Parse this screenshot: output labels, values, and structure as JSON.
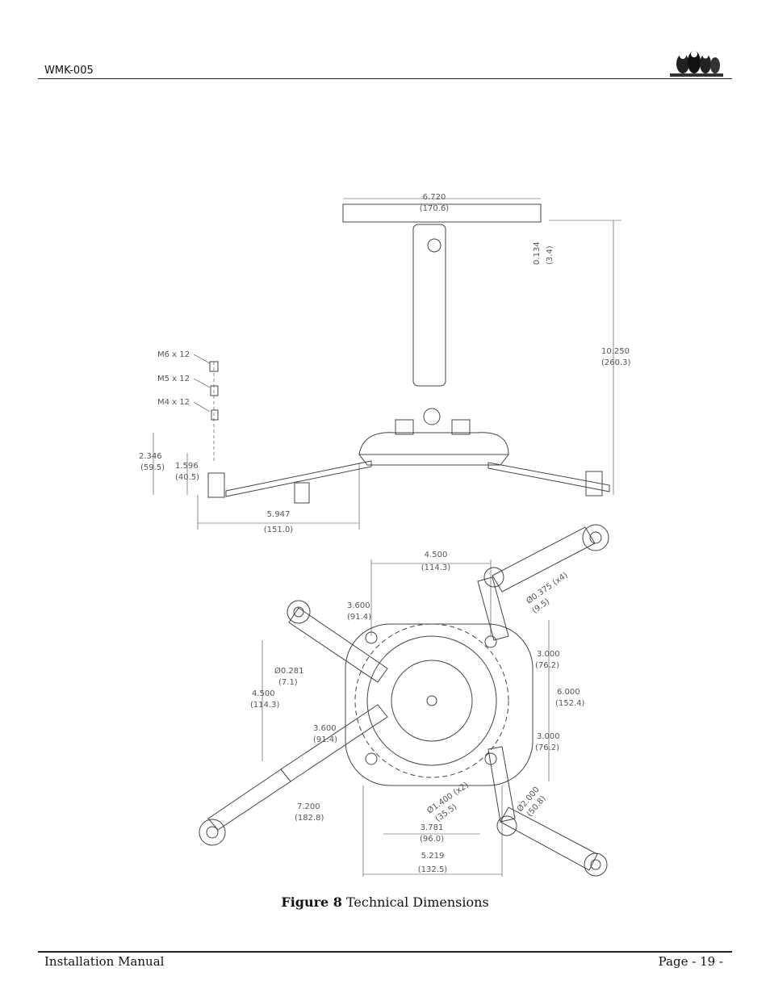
{
  "header": {
    "doc_code": "WMK-005"
  },
  "figure": {
    "caption_label": "Figure 8",
    "caption_text": "Technical Dimensions",
    "side_view": {
      "width_in": "6.720",
      "width_mm": "(170.6)",
      "plate_in": "0.134",
      "plate_mm": "(3.4)",
      "height_in": "10.250",
      "height_mm": "(260.3)",
      "screw_1": "M6 x 12",
      "screw_2": "M5 x 12",
      "screw_3": "M4 x 12",
      "drop_in": "2.346",
      "drop_mm": "(59.5)",
      "drop2_in": "1.596",
      "drop2_mm": "(40.5)",
      "reach_in": "5.947",
      "reach_mm": "(151.0)"
    },
    "plan_view": {
      "top_in": "4.500",
      "top_mm": "(114.3)",
      "hole_in": "Ø0.375 (x4)",
      "hole_mm": "(9.5)",
      "arm1_in": "3.600",
      "arm1_mm": "(91.4)",
      "slot_in": "Ø0.281",
      "slot_mm": "(7.1)",
      "left_in": "4.500",
      "left_mm": "(114.3)",
      "arm2_in": "3.600",
      "arm2_mm": "(91.4)",
      "r1_in": "3.000",
      "r1_mm": "(76.2)",
      "total_in": "6.000",
      "total_mm": "(152.4)",
      "r2_in": "3.000",
      "r2_mm": "(76.2)",
      "long_in": "7.200",
      "long_mm": "(182.8)",
      "circle_in": "Ø1.400 (x2)",
      "circle_mm": "(35.5)",
      "circle2_in": "Ø2.000",
      "circle2_mm": "(50.8)",
      "b1_in": "3.781",
      "b1_mm": "(96.0)",
      "b2_in": "5.219",
      "b2_mm": "(132.5)"
    }
  },
  "footer": {
    "left": "Installation Manual",
    "right": "Page - 19 -"
  }
}
